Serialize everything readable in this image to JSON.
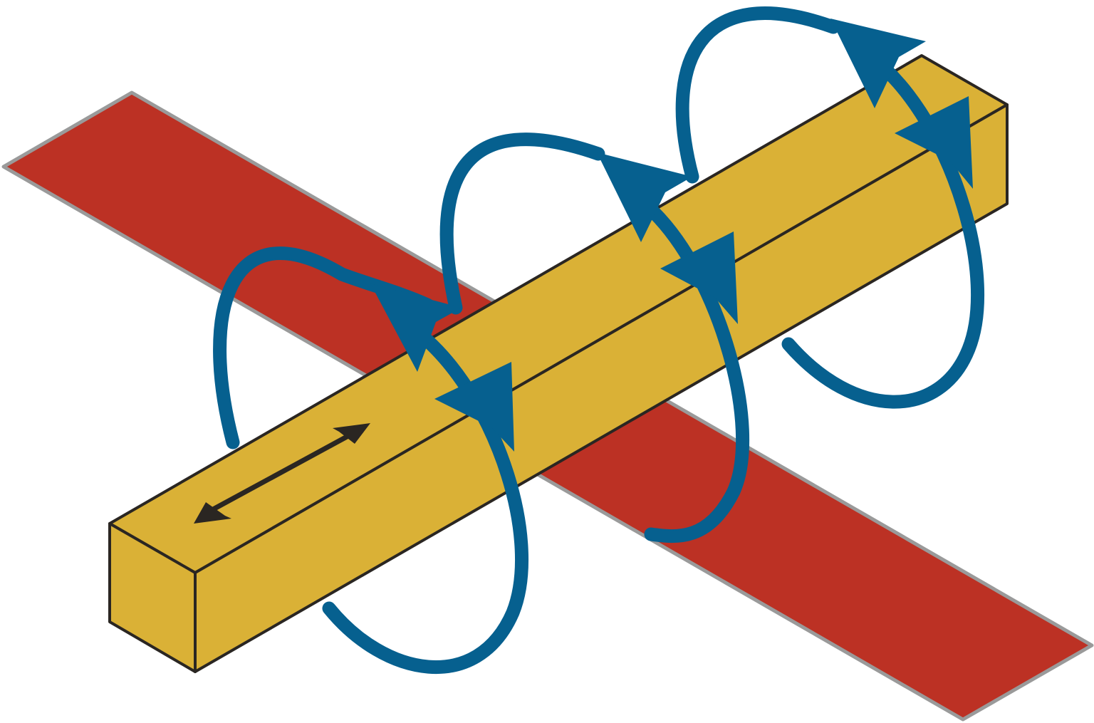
{
  "colors": {
    "background": "#ffffff",
    "strip": "#bc3124",
    "strip_edge": "#9a9a9a",
    "bar_top": "#dab136",
    "bar_side": "#dab136",
    "bar_end": "#dab136",
    "bar_outline": "#2a2622",
    "field_line": "#06608f",
    "current_arrow": "#2a2622"
  },
  "elements": {
    "red_strip": "flat-conducting-strip",
    "yellow_bar": "rectangular-conductor",
    "blue_loops": "magnetic-field-loops",
    "black_arrow": "current-direction-arrow"
  },
  "field_loop_count": 3
}
